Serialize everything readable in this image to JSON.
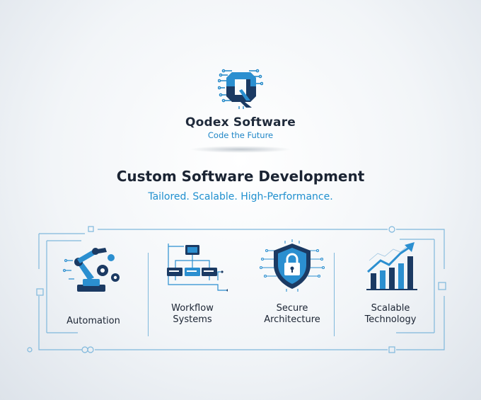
{
  "brand": {
    "name": "Qodex Software",
    "tagline": "Code the Future"
  },
  "hero": {
    "title": "Custom Software Development",
    "subtitle": "Tailored. Scalable. High-Performance."
  },
  "features": [
    {
      "label": "Automation",
      "icon": "robot-arm-icon"
    },
    {
      "label": "Workflow\nSystems",
      "icon": "workflow-diagram-icon"
    },
    {
      "label": "Secure\nArchitecture",
      "icon": "shield-lock-icon"
    },
    {
      "label": "Scalable\nTechnology",
      "icon": "growth-chart-icon"
    }
  ],
  "colors": {
    "accent": "#2090cf",
    "dark": "#1b2433",
    "frame": "#7fb8dc"
  }
}
